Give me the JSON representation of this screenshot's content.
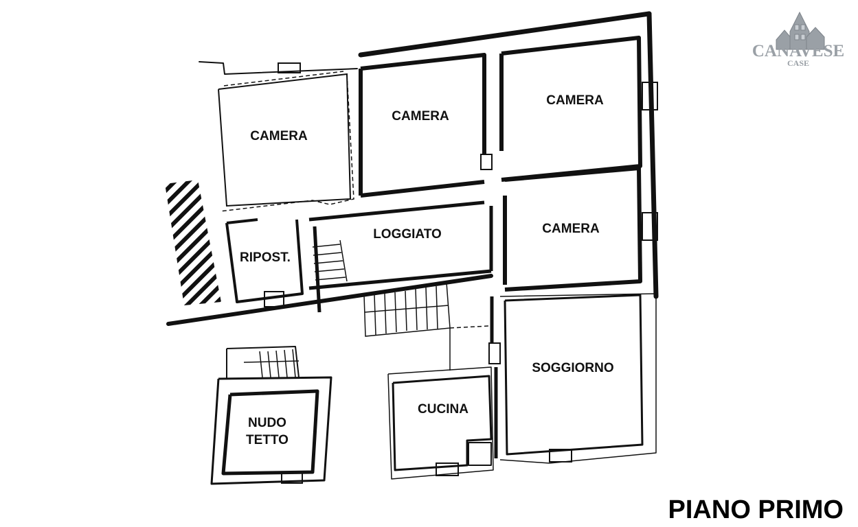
{
  "floor_title": "PIANO PRIMO",
  "logo": {
    "name": "CANAVESE",
    "sub": "CASE",
    "color": "#9aa0a6",
    "icon": "houses-icon"
  },
  "rooms": {
    "camera_west": "CAMERA",
    "camera_north_center": "CAMERA",
    "camera_northeast": "CAMERA",
    "camera_east": "CAMERA",
    "ripostiglio": "RIPOST.",
    "loggiato": "LOGGIATO",
    "soggiorno": "SOGGIORNO",
    "cucina": "CUCINA",
    "nudo_tetto_line1": "NUDO",
    "nudo_tetto_line2": "TETTO"
  },
  "colors": {
    "wall": "#111111",
    "background": "#ffffff"
  }
}
